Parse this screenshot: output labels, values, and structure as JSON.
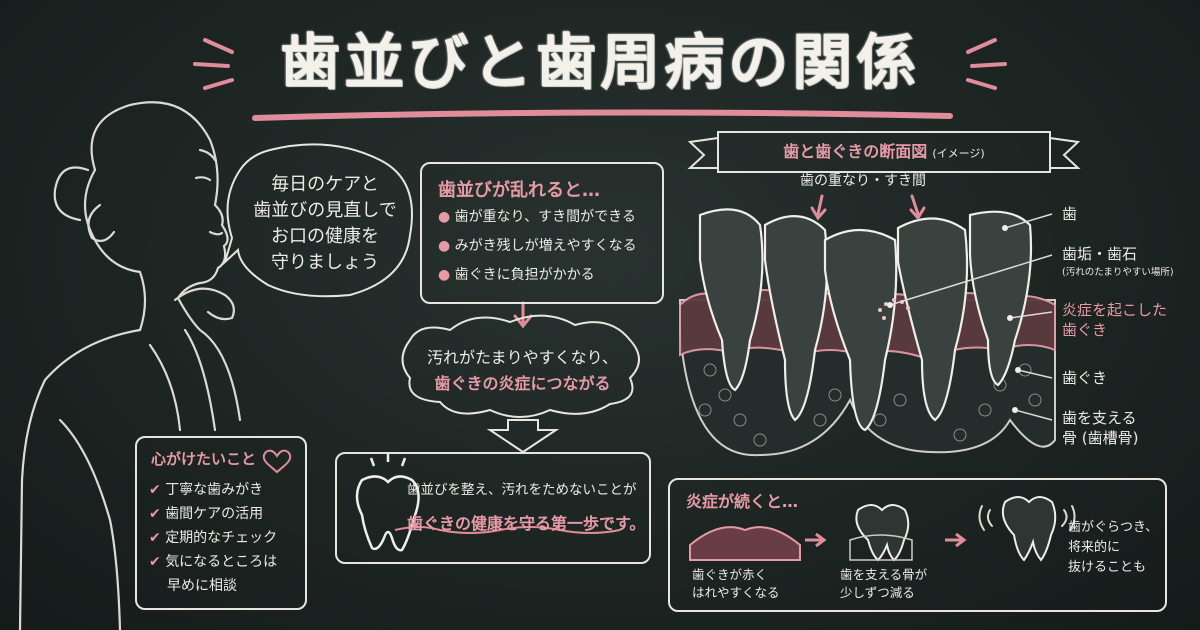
{
  "title": "歯並びと歯周病の関係",
  "speech": {
    "line1": "毎日のケアと",
    "line2": "歯並びの見直しで",
    "line3": "お口の健康を",
    "line4": "守りましょう"
  },
  "misaligned": {
    "heading": "歯並びが乱れると…",
    "items": [
      "歯が重なり、すき間ができる",
      "みがき残しが増えやすくなる",
      "歯ぐきに負担がかかる"
    ]
  },
  "cloud": {
    "line1": "汚れがたまりやすくなり、",
    "line2": "歯ぐきの炎症につながる"
  },
  "goal": {
    "line1": "歯並びを整え、汚れをためないことが",
    "line2": "歯ぐきの健康を守る第一歩です。"
  },
  "care": {
    "heading": "心がけたいこと",
    "items": [
      "丁寧な歯みがき",
      "歯間ケアの活用",
      "定期的なチェック",
      "気になるところは"
    ],
    "item4_line2": "早めに相談",
    "check": "✔"
  },
  "diagram": {
    "banner": "歯と歯ぐきの断面図",
    "banner_note": "(イメージ)",
    "overlap_label": "歯の重なり・すき間",
    "labels": {
      "tooth": "歯",
      "plaque": "歯垢・歯石",
      "plaque_note": "(汚れのたまりやすい場所)",
      "inflamed1": "炎症を起こした",
      "inflamed2": "歯ぐき",
      "gum": "歯ぐき",
      "bone1": "歯を支える",
      "bone2": "骨 (歯槽骨)"
    }
  },
  "progress": {
    "heading": "炎症が続くと…",
    "step1_line1": "歯ぐきが赤く",
    "step1_line2": "はれやすくなる",
    "step2_line1": "歯を支える骨が",
    "step2_line2": "少しずつ減る",
    "step3_line1": "歯がぐらつき、",
    "step3_line2": "将来的に",
    "step3_line3": "抜けることも"
  },
  "colors": {
    "chalk": "#efeee8",
    "pink": "#e59aa6",
    "board": "#1d2523"
  }
}
